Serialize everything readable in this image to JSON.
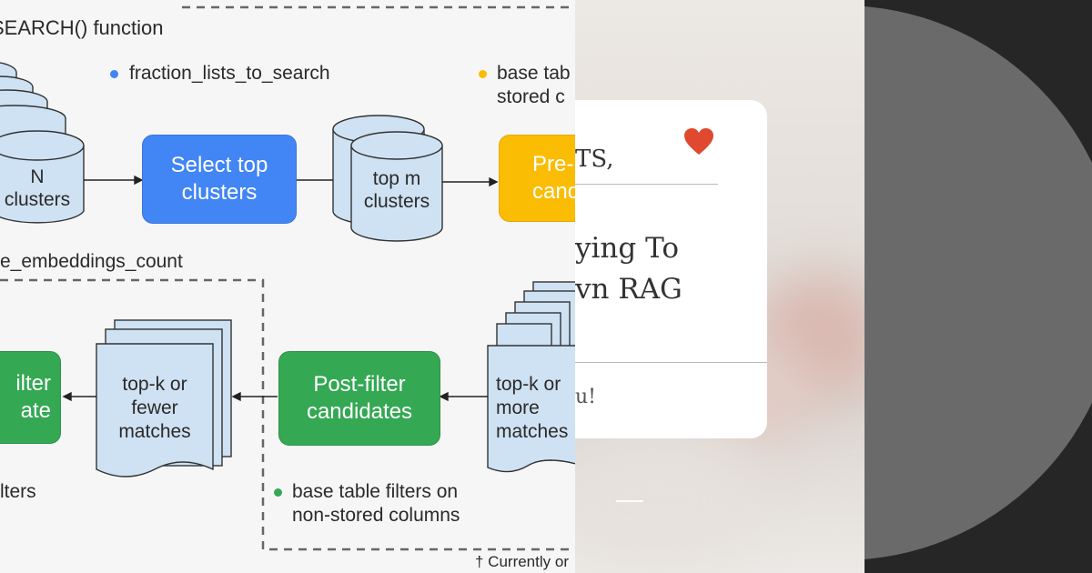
{
  "diagram": {
    "title": "SEARCH() function",
    "param_fraction": "fraction_lists_to_search",
    "param_base_line1": "base tab",
    "param_base_line2": "stored c",
    "n_clusters_line1": "N",
    "n_clusters_line2": "clusters",
    "select_top_line1": "Select top",
    "select_top_line2": "clusters",
    "top_m_line1": "top m",
    "top_m_line2": "clusters",
    "pre_line1": "Pre-",
    "pre_line2": "candi",
    "embeddings_count": "e_embeddings_count",
    "filter_line1": "ilter",
    "filter_line2": "ate",
    "topk_fewer_line1": "top-k or",
    "topk_fewer_line2": "fewer",
    "topk_fewer_line3": "matches",
    "post_filter_line1": "Post-filter",
    "post_filter_line2": "candidates",
    "topk_more_line1": "top-k or",
    "topk_more_line2": "more",
    "topk_more_line3": "matches",
    "lters": "lters",
    "base_filters_line1": "base table filters on",
    "base_filters_line2": "non-stored columns",
    "footnote": "† Currently or",
    "colors": {
      "blue": "#4285f4",
      "yellow": "#fbbc04",
      "green": "#34a853",
      "cylinder": "#cfe2f3"
    }
  },
  "card": {
    "heading_fragment": "TS,",
    "title_line1": "ying To",
    "title_line2": "vn RAG",
    "footer_fragment": "u!",
    "icons": [
      "heart-icon"
    ],
    "accent": "#e0492f"
  }
}
